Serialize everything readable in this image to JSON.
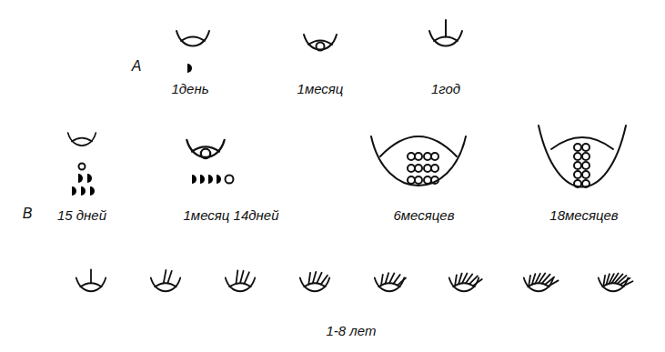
{
  "diagram": {
    "labels": [
      "А",
      "1день",
      "1месяц",
      "1год",
      "В",
      "15 дней",
      "1месяц 14дней",
      "6месяцев",
      "18месяцев",
      "1-8 лет"
    ]
  }
}
